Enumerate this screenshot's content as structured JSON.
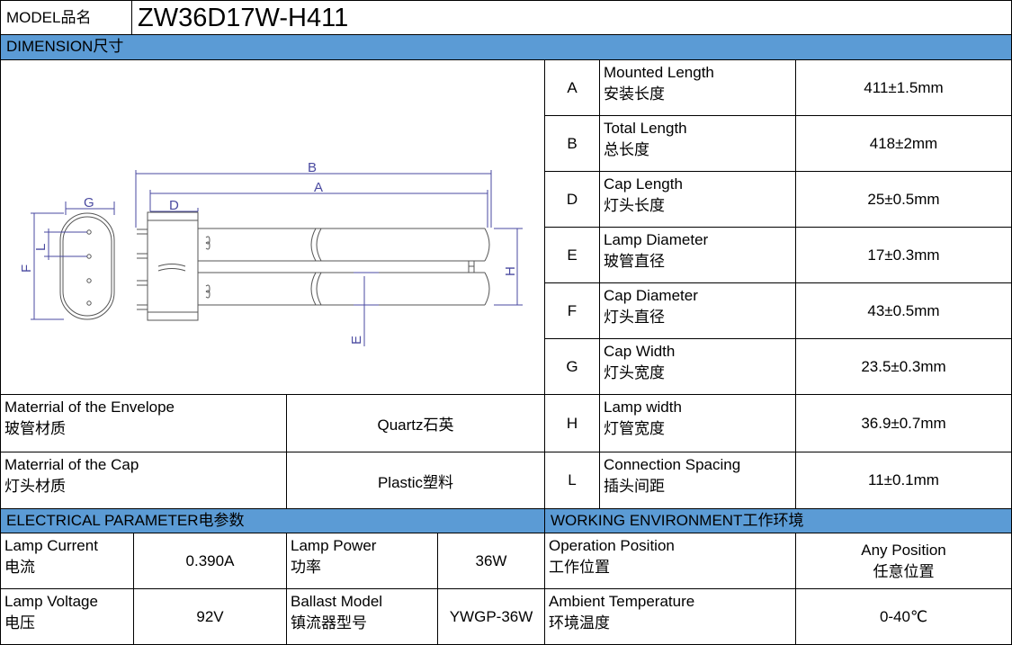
{
  "model": {
    "label": "MODEL品名",
    "value": "ZW36D17W-H411"
  },
  "dimension": {
    "header": "DIMENSION尺寸",
    "drawing_labels": {
      "B": "B",
      "A": "A",
      "G": "G",
      "D": "D",
      "L": "L",
      "F": "F",
      "H": "H",
      "E": "E"
    },
    "rows": [
      {
        "letter": "A",
        "en": "Mounted Length",
        "zh": "安装长度",
        "value": "411±1.5mm"
      },
      {
        "letter": "B",
        "en": "Total Length",
        "zh": "总长度",
        "value": "418±2mm"
      },
      {
        "letter": "D",
        "en": "Cap Length",
        "zh": "灯头长度",
        "value": "25±0.5mm"
      },
      {
        "letter": "E",
        "en": "Lamp Diameter",
        "zh": "玻管直径",
        "value": "17±0.3mm"
      },
      {
        "letter": "F",
        "en": "Cap Diameter",
        "zh": "灯头直径",
        "value": "43±0.5mm"
      },
      {
        "letter": "G",
        "en": "Cap Width",
        "zh": "灯头宽度",
        "value": "23.5±0.3mm"
      },
      {
        "letter": "H",
        "en": "Lamp width",
        "zh": "灯管宽度",
        "value": "36.9±0.7mm"
      },
      {
        "letter": "L",
        "en": "Connection Spacing",
        "zh": "插头间距",
        "value": "11±0.1mm"
      }
    ]
  },
  "materials": [
    {
      "en": "Materrial of the Envelope",
      "zh": "玻管材质",
      "value": "Quartz石英"
    },
    {
      "en": "Materrial of the Cap",
      "zh": "灯头材质",
      "value": "Plastic塑料"
    }
  ],
  "electrical": {
    "header": "ELECTRICAL PARAMETER电参数",
    "rows": [
      {
        "en1": "Lamp Current",
        "zh1": "电流",
        "v1": "0.390A",
        "en2": "Lamp Power",
        "zh2": "功率",
        "v2": "36W"
      },
      {
        "en1": "Lamp Voltage",
        "zh1": "电压",
        "v1": "92V",
        "en2": "Ballast Model",
        "zh2": "镇流器型号",
        "v2": "YWGP-36W"
      }
    ]
  },
  "environment": {
    "header": "WORKING ENVIRONMENT工作环境",
    "rows": [
      {
        "en": "Operation Position",
        "zh": "工作位置",
        "v_en": "Any Position",
        "v_zh": "任意位置"
      },
      {
        "en": "Ambient Temperature",
        "zh": "环境温度",
        "v_en": "0-40℃",
        "v_zh": ""
      }
    ]
  },
  "colors": {
    "header_bg": "#5b9bd5",
    "drawing_line": "#555555",
    "dimension_line": "#4a4aa0"
  }
}
